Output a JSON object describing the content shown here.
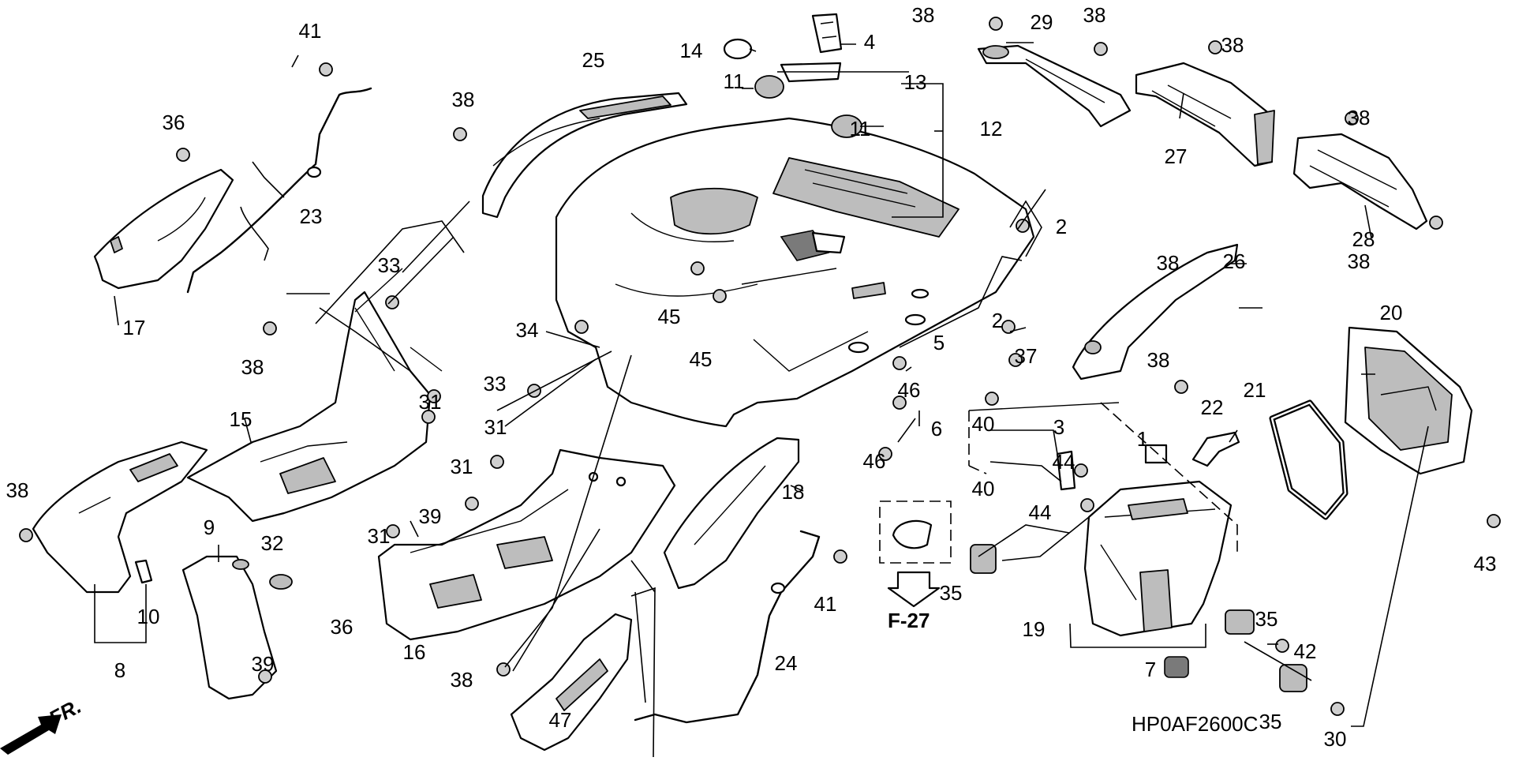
{
  "diagram": {
    "code": "HP0AF2600C",
    "front_label": "FR.",
    "ref_label": "F-27",
    "callouts": [
      "1",
      "2",
      "2",
      "3",
      "4",
      "5",
      "6",
      "7",
      "8",
      "9",
      "10",
      "11",
      "11",
      "12",
      "13",
      "14",
      "15",
      "16",
      "17",
      "18",
      "19",
      "20",
      "21",
      "22",
      "23",
      "24",
      "25",
      "26",
      "27",
      "28",
      "29",
      "30",
      "31",
      "31",
      "31",
      "31",
      "32",
      "33",
      "33",
      "34",
      "35",
      "35",
      "35",
      "36",
      "36",
      "37",
      "38",
      "38",
      "38",
      "38",
      "38",
      "38",
      "38",
      "38",
      "38",
      "38",
      "38",
      "39",
      "39",
      "40",
      "40",
      "41",
      "41",
      "42",
      "43",
      "44",
      "44",
      "45",
      "45",
      "46",
      "46",
      "47"
    ]
  }
}
